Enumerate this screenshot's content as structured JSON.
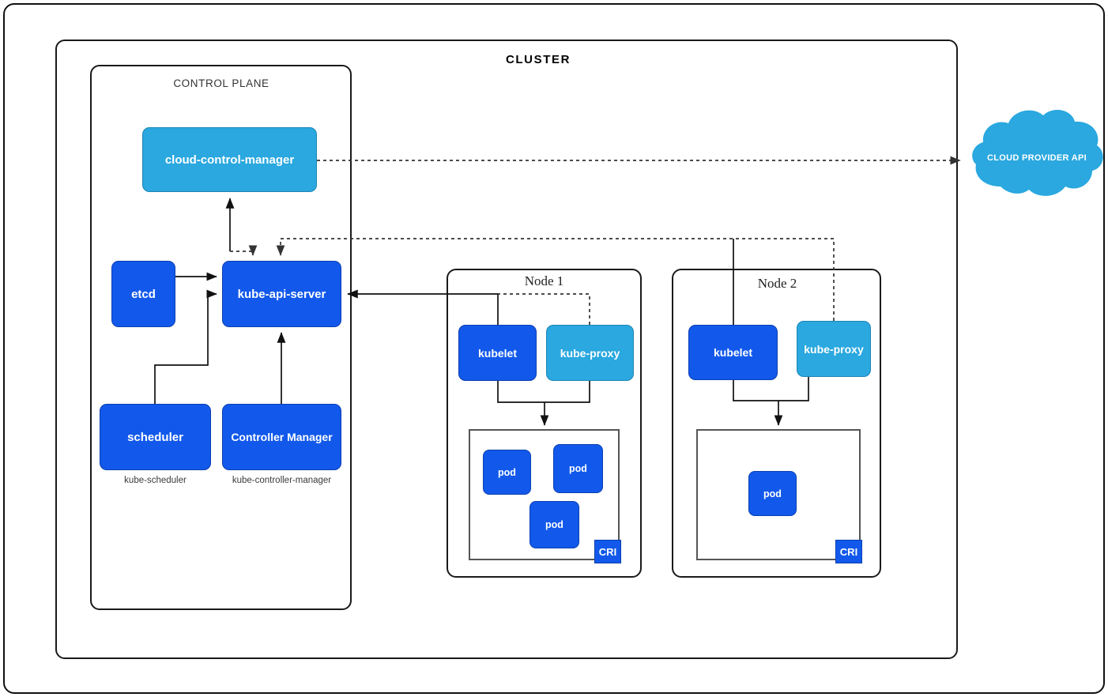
{
  "diagram": {
    "outer_frame": "diagram-border",
    "cluster": {
      "title": "CLUSTER"
    },
    "control_plane": {
      "title": "CONTROL PLANE",
      "components": [
        {
          "id": "cloud-control-manager",
          "label": "cloud-control-manager",
          "color": "#2AA8DF",
          "style": "light"
        },
        {
          "id": "etcd",
          "label": "etcd",
          "color": "#1259EB",
          "style": "dark"
        },
        {
          "id": "kube-api-server",
          "label": "kube-api-server",
          "color": "#1259EB",
          "style": "dark"
        },
        {
          "id": "scheduler",
          "label": "scheduler",
          "color": "#1259EB",
          "style": "dark",
          "sublabel": "kube-scheduler"
        },
        {
          "id": "controller-manager",
          "label": "Controller Manager",
          "color": "#1259EB",
          "style": "dark",
          "sublabel": "kube-controller-manager"
        }
      ]
    },
    "nodes": [
      {
        "id": "node-1",
        "title": "Node 1",
        "kubelet": "kubelet",
        "kube_proxy": "kube-proxy",
        "runtime_badge": "CRI",
        "pods": [
          "pod",
          "pod",
          "pod"
        ]
      },
      {
        "id": "node-2",
        "title": "Node 2",
        "kubelet": "kubelet",
        "kube_proxy": "kube-proxy",
        "runtime_badge": "CRI",
        "pods": [
          "pod"
        ]
      }
    ],
    "cloud_provider": {
      "label": "CLOUD PROVIDER API",
      "color": "#2AA8DF"
    },
    "colors": {
      "dark_blue": "#1259EB",
      "light_blue": "#2AA8DF",
      "line": "#111111",
      "background": "#ffffff"
    }
  }
}
